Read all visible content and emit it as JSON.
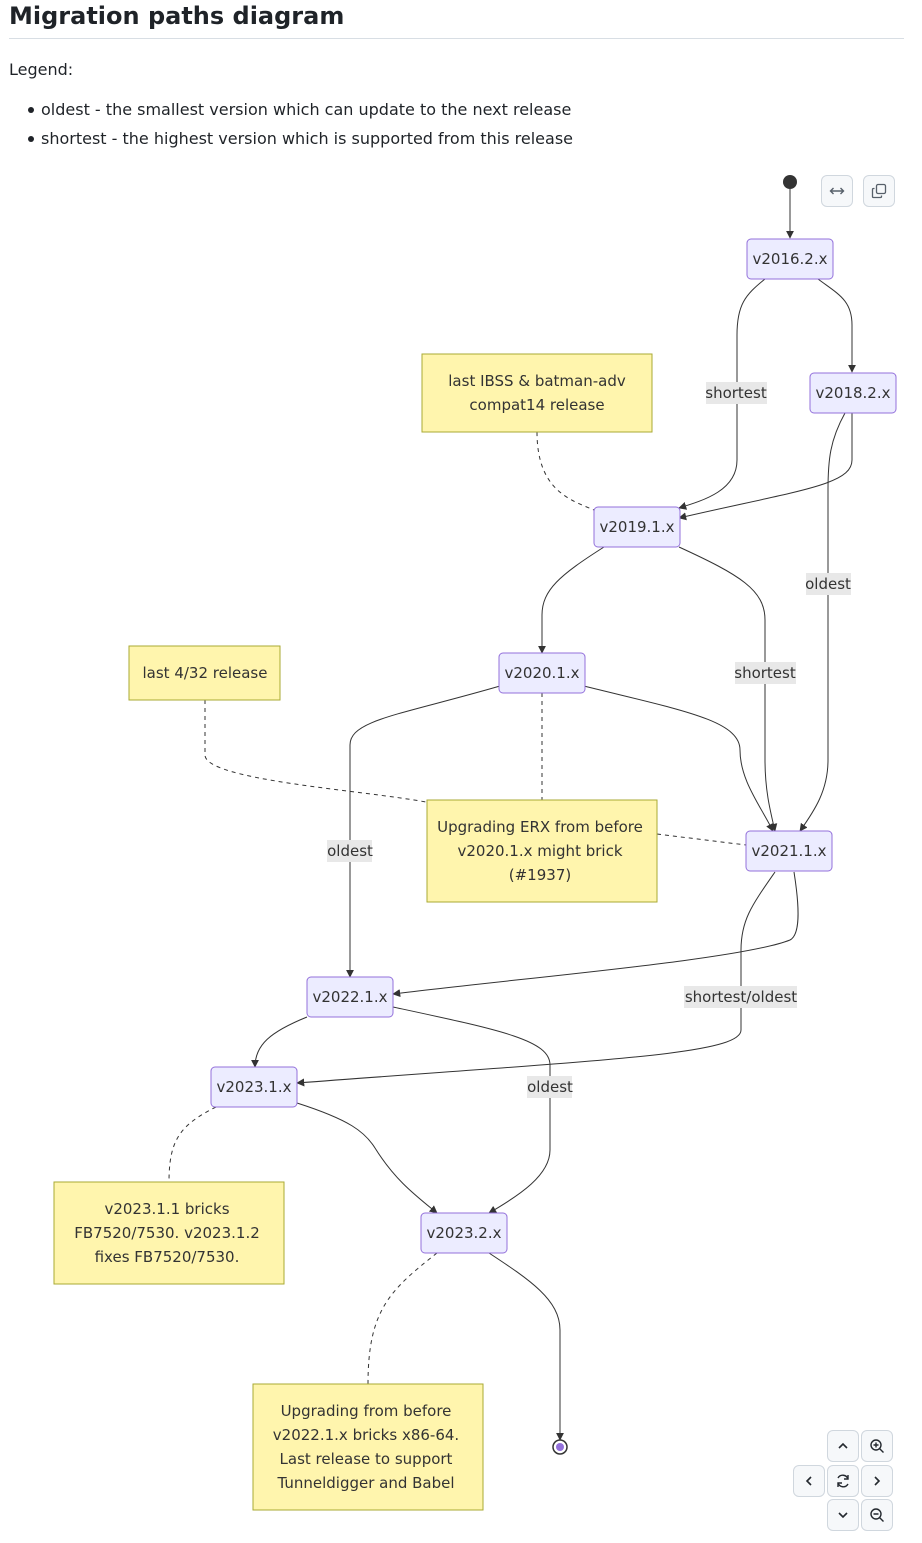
{
  "page": {
    "heading": "Migration paths diagram",
    "legend_label": "Legend:",
    "legend_items": [
      "oldest - the smallest version which can update to the next release",
      "shortest - the highest version which is supported from this release"
    ]
  },
  "diagram": {
    "nodes": {
      "v2016": "v2016.2.x",
      "v2018": "v2018.2.x",
      "v2019": "v2019.1.x",
      "v2020": "v2020.1.x",
      "v2021": "v2021.1.x",
      "v2022": "v2022.1.x",
      "v2023_1": "v2023.1.x",
      "v2023_2": "v2023.2.x"
    },
    "edge_labels": {
      "shortest_2016_2019": "shortest",
      "oldest_2018_2021": "oldest",
      "shortest_2019_2021": "shortest",
      "oldest_2020_2022": "oldest",
      "shortest_oldest_2021_2023_1": "shortest/oldest",
      "oldest_2022_2023_2": "oldest"
    },
    "notes": {
      "ibss": [
        "last IBSS & batman-adv",
        "compat14 release"
      ],
      "last432": [
        "last 4/32 release"
      ],
      "erx": [
        "Upgrading ERX from before",
        "v2020.1.x might brick",
        "(#1937)"
      ],
      "fb7520": [
        "v2023.1.1 bricks",
        "FB7520/7530. v2023.1.2",
        "fixes FB7520/7530."
      ],
      "x86": [
        "Upgrading from before",
        "v2022.1.x bricks x86-64.",
        "Last release to support",
        "Tunneldigger and Babel"
      ]
    }
  },
  "controls": {
    "icons": [
      "expand-icon",
      "copy-icon",
      "pan-up-icon",
      "zoom-in-icon",
      "pan-left-icon",
      "reset-icon",
      "pan-right-icon",
      "pan-down-icon",
      "zoom-out-icon"
    ]
  }
}
